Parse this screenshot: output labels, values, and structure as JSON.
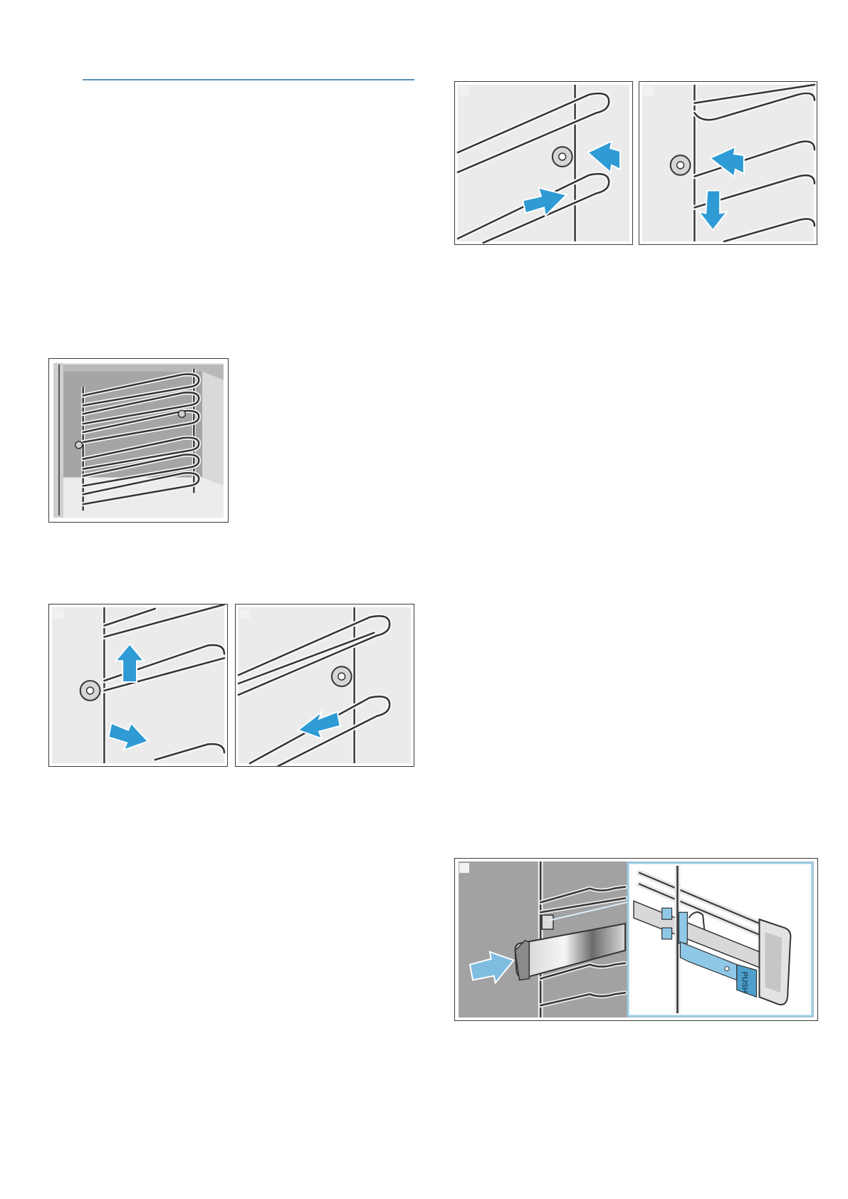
{
  "page": {
    "background": "#ffffff",
    "accent_rule_color": "#5c8fb5",
    "arrow_color": "#2f9bd4",
    "figure_border_color": "#3a3a3a"
  },
  "figures": [
    {
      "id": "shelf-support-overview",
      "icon": "oven-shelf-rails-icon",
      "step_badge": false
    },
    {
      "id": "remove-step-1",
      "icon": "lift-and-pull-arrows-icon",
      "step_badge": true
    },
    {
      "id": "remove-step-2",
      "icon": "pull-out-arrow-icon",
      "step_badge": true
    },
    {
      "id": "refit-step-1",
      "icon": "insert-arrows-icon",
      "step_badge": true
    },
    {
      "id": "refit-step-2",
      "icon": "push-down-arrows-icon",
      "step_badge": true
    },
    {
      "id": "pull-out-rail-release",
      "icon": "push-release-icon",
      "step_badge": true
    }
  ],
  "push_tab": {
    "label": "PUSH"
  }
}
